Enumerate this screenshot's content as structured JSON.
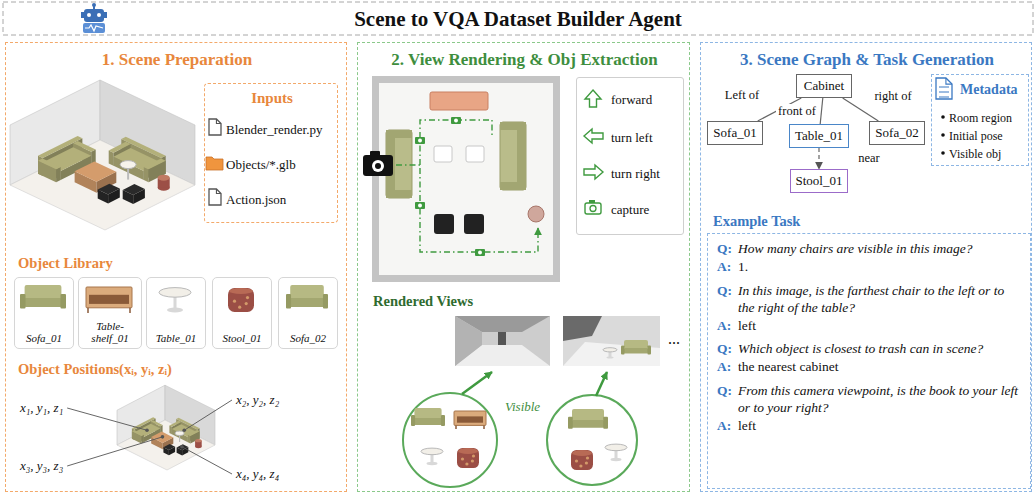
{
  "diagram": {
    "title": "Scene to VQA Dataset Builder Agent",
    "nodes": [
      {
        "text": [
          "1. Scene Preparation",
          "Object Library",
          "Object Positions(xᵢ, yᵢ, zᵢ)"
        ]
      },
      {
        "text": [
          "Inputs",
          "Blender_render.py",
          "Objects/*.glb",
          "Action.json"
        ],
        "in": 0
      },
      {
        "text": [
          "Sofa_01"
        ],
        "in": 0
      },
      {
        "text": [
          "Table-shelf_01"
        ],
        "in": 0
      },
      {
        "text": [
          "Table_01"
        ],
        "in": 0
      },
      {
        "text": [
          "Stool_01"
        ],
        "in": 0
      },
      {
        "text": [
          "Sofa_02"
        ],
        "in": 0
      },
      {
        "text": [
          "2. View Rendering & Obj Extraction",
          "Rendered Views",
          "Visible"
        ]
      },
      {
        "text": [
          "forward",
          "turn left",
          "turn right",
          "capture"
        ],
        "in": 7
      },
      {
        "text": [
          "3. Scene Graph & Task Generation",
          "Example Task"
        ]
      },
      {
        "text": [
          "Cabinet"
        ],
        "in": 9
      },
      {
        "text": [
          "Sofa_01"
        ],
        "in": 9
      },
      {
        "text": [
          "Table_01"
        ],
        "in": 9
      },
      {
        "text": [
          "Sofa_02"
        ],
        "in": 9
      },
      {
        "text": [
          "Stool_01"
        ],
        "in": 9
      },
      {
        "text": [
          "Metadata",
          "Room region",
          "Initial pose",
          "Visible obj"
        ],
        "in": 9
      },
      {
        "text": [
          "Q:",
          "How many chairs are visible in this image?",
          "A:",
          "1.",
          "Q:",
          "In this image, is the farthest chair to the left or to the right of the table?",
          "A:",
          "left",
          "Q:",
          "Which object is closest to trash can in scene?",
          "A:",
          "the nearest cabinet",
          "Q:",
          "From this camera viewpoint, is the book to your left or to your right?",
          "A:",
          "left"
        ],
        "in": 9
      }
    ],
    "edges": [
      {
        "from": 10,
        "to": 11,
        "label": "Left of",
        "arrow": "none"
      },
      {
        "from": 10,
        "to": 12,
        "label": "front of",
        "arrow": "none"
      },
      {
        "from": 10,
        "to": 13,
        "label": "right of",
        "arrow": "none"
      },
      {
        "from": 12,
        "to": 14,
        "label": "near",
        "arrow": "to"
      }
    ],
    "labels": [
      "x₁, y₁, z₁",
      "x₂, y₂, z₂",
      "x₃, y₃, z₃",
      "x₄, y₄, z₄",
      "..."
    ]
  }
}
